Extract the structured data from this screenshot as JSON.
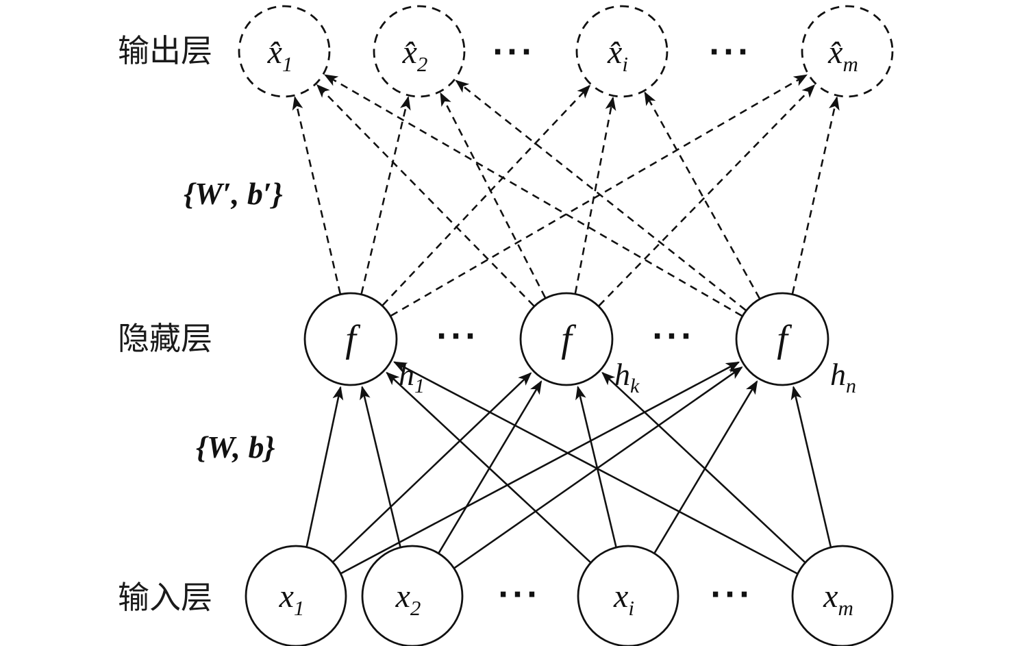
{
  "diagram": {
    "type": "autoencoder-neural-network",
    "layers": {
      "output": {
        "label": "输出层",
        "nodes": [
          {
            "main": "x̂",
            "sub": "1"
          },
          {
            "main": "x̂",
            "sub": "2"
          },
          {
            "main": "x̂",
            "sub": "i"
          },
          {
            "main": "x̂",
            "sub": "m"
          }
        ],
        "ellipsis": "···"
      },
      "hidden": {
        "label": "隐藏层",
        "nodes": [
          {
            "main": "f",
            "name_main": "h",
            "name_sub": "1"
          },
          {
            "main": "f",
            "name_main": "h",
            "name_sub": "k"
          },
          {
            "main": "f",
            "name_main": "h",
            "name_sub": "n"
          }
        ],
        "ellipsis": "···"
      },
      "input": {
        "label": "输入层",
        "nodes": [
          {
            "main": "x",
            "sub": "1"
          },
          {
            "main": "x",
            "sub": "2"
          },
          {
            "main": "x",
            "sub": "i"
          },
          {
            "main": "x",
            "sub": "m"
          }
        ],
        "ellipsis": "···"
      }
    },
    "weights": {
      "decoder": "{W′, b′}",
      "encoder": "{W, b}"
    }
  }
}
